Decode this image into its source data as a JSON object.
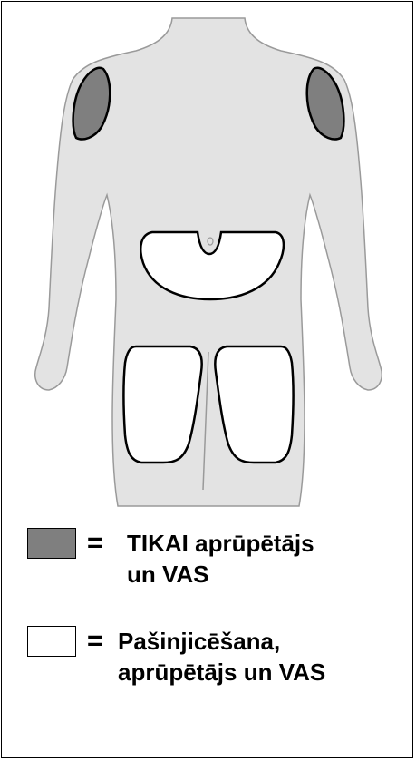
{
  "colors": {
    "body_fill": "#e3e3e3",
    "outline": "#9a9a9a",
    "caregiver_zone": "#7f7f7f",
    "self_zone": "#ffffff"
  },
  "legend": [
    {
      "swatch": "gray",
      "symbol": "=",
      "label": "TIKAI aprūpētājs un VAS"
    },
    {
      "swatch": "white",
      "symbol": "=",
      "label": "Pašinjicēšana, aprūpētājs un VAS"
    }
  ]
}
